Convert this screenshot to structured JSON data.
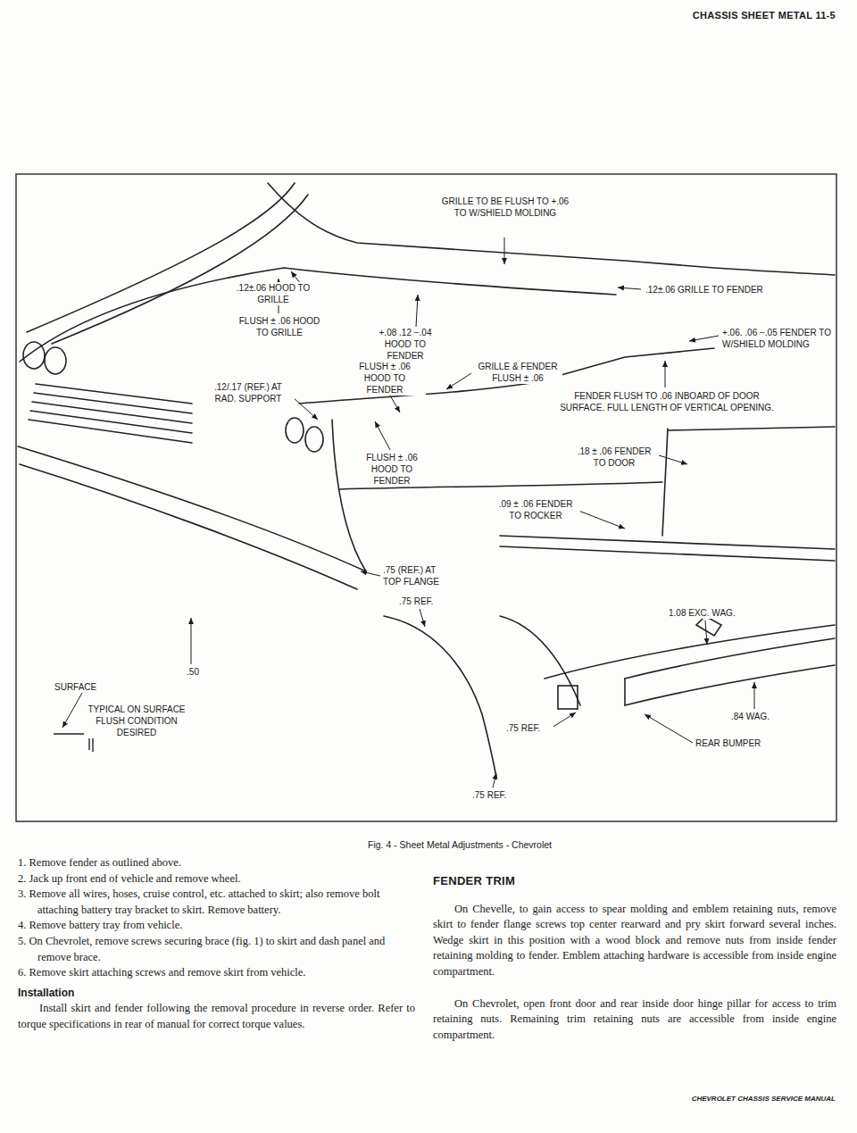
{
  "diagram": {
    "title": "CHASSIS SHEET METAL 11-5",
    "caption": "Fig. 4 - Sheet Metal Adjustments - Chevrolet",
    "labels": [
      "GRILLE TO BE FLUSH TO +.06 TO W/SHIELD MOLDING",
      ".12±.06 HOOD TO GRILLE",
      ".12±.06 GRILLE TO FENDER",
      "+.08 .12 −.04 HOOD TO FENDER",
      "FLUSH ± .06 HOOD TO GRILLE",
      "+.06. .06 −.05 FENDER TO W/SHIELD MOLDING",
      "FLUSH ± .06 HOOD TO FENDER",
      "GRILLE & FENDER FLUSH ± .06",
      ".12/.17 (REF.) AT RAD. SUPPORT",
      "FENDER FLUSH TO .06 INBOARD OF DOOR SURFACE. FULL LENGTH OF VERTICAL OPENING.",
      ".18 ± .06 FENDER TO DOOR",
      "FLUSH ± .06 HOOD TO FENDER",
      ".09 ± .06 FENDER TO ROCKER",
      ".75 (REF.) AT TOP FLANGE",
      ".75 REF.",
      "1.08 EXC. WAG.",
      ".50",
      "SURFACE",
      "TYPICAL ON SURFACE FLUSH CONDITION DESIRED",
      ".84 WAG.",
      ".75 REF.",
      "REAR BUMPER",
      ".75 REF.",
      "1. Remove fender as outlined above.",
      "2. Jack up front end of vehicle and remove wheel.",
      "3. Remove all wires, hoses, cruise control, etc. attached to skirt; also remove bolt attaching battery tray bracket to skirt. Remove battery.",
      "4. Remove battery tray from vehicle.",
      "5. On Chevrolet, remove screws securing brace (fig. 1) to skirt and dash panel and remove brace.",
      "6. Remove skirt attaching screws and remove skirt from vehicle.",
      "Installation",
      "Install skirt and fender following the removal procedure in reverse order. Refer to torque specifications in rear of manual for correct torque values.",
      "FENDER TRIM",
      "On Chevelle, to gain access to spear molding and emblem retaining nuts, remove skirt to fender flange screws top center rearward and pry skirt forward several inches. Wedge skirt in this position with a wood block and remove nuts from inside fender retaining molding to fender. Emblem attaching hardware is accessible from inside engine compartment.",
      "On Chevrolet, open front door and rear inside door hinge pillar for access to trim retaining nuts. Remaining trim retaining nuts are accessible from inside engine compartment.",
      "CHEVROLET CHASSIS SERVICE MANUAL"
    ]
  }
}
